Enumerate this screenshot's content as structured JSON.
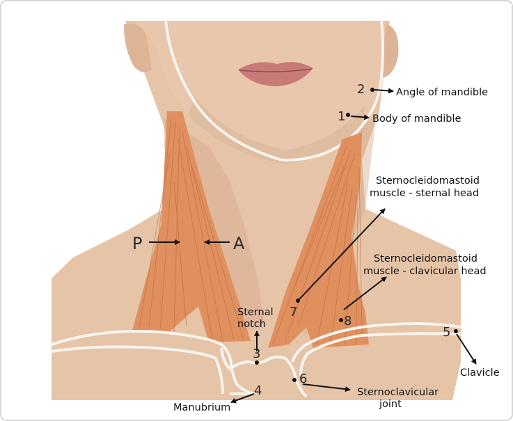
{
  "colors": {
    "border": "#c9c9c9",
    "skin": "#e6c4a8",
    "skin_dark": "#d8ae8f",
    "muscle": "#e0905e",
    "muscle_line": "#b9653a",
    "bone_outline": "#f8f4ee",
    "lips": "#c97a76",
    "hair": "#b89a7c",
    "arrow": "#111111"
  },
  "labels": {
    "p1": {
      "number": "1",
      "text": "Body of mandible"
    },
    "p2": {
      "number": "2",
      "text": "Angle of mandible"
    },
    "p3": {
      "number": "3",
      "text": [
        "Sternal",
        "notch"
      ]
    },
    "p4": {
      "number": "4",
      "text": "Manubrium"
    },
    "p5": {
      "number": "5",
      "text": "Clavicle"
    },
    "p6": {
      "number": "6",
      "text": [
        "Sternoclavicular",
        "joint"
      ]
    },
    "p7": {
      "number": "7",
      "text": [
        "Sternocleidomastoid",
        "muscle - sternal head"
      ]
    },
    "p8": {
      "number": "8",
      "text": [
        "Sternocleidomastoid",
        "muscle - clavicular head"
      ]
    },
    "posterior": "P",
    "anterior": "A"
  }
}
